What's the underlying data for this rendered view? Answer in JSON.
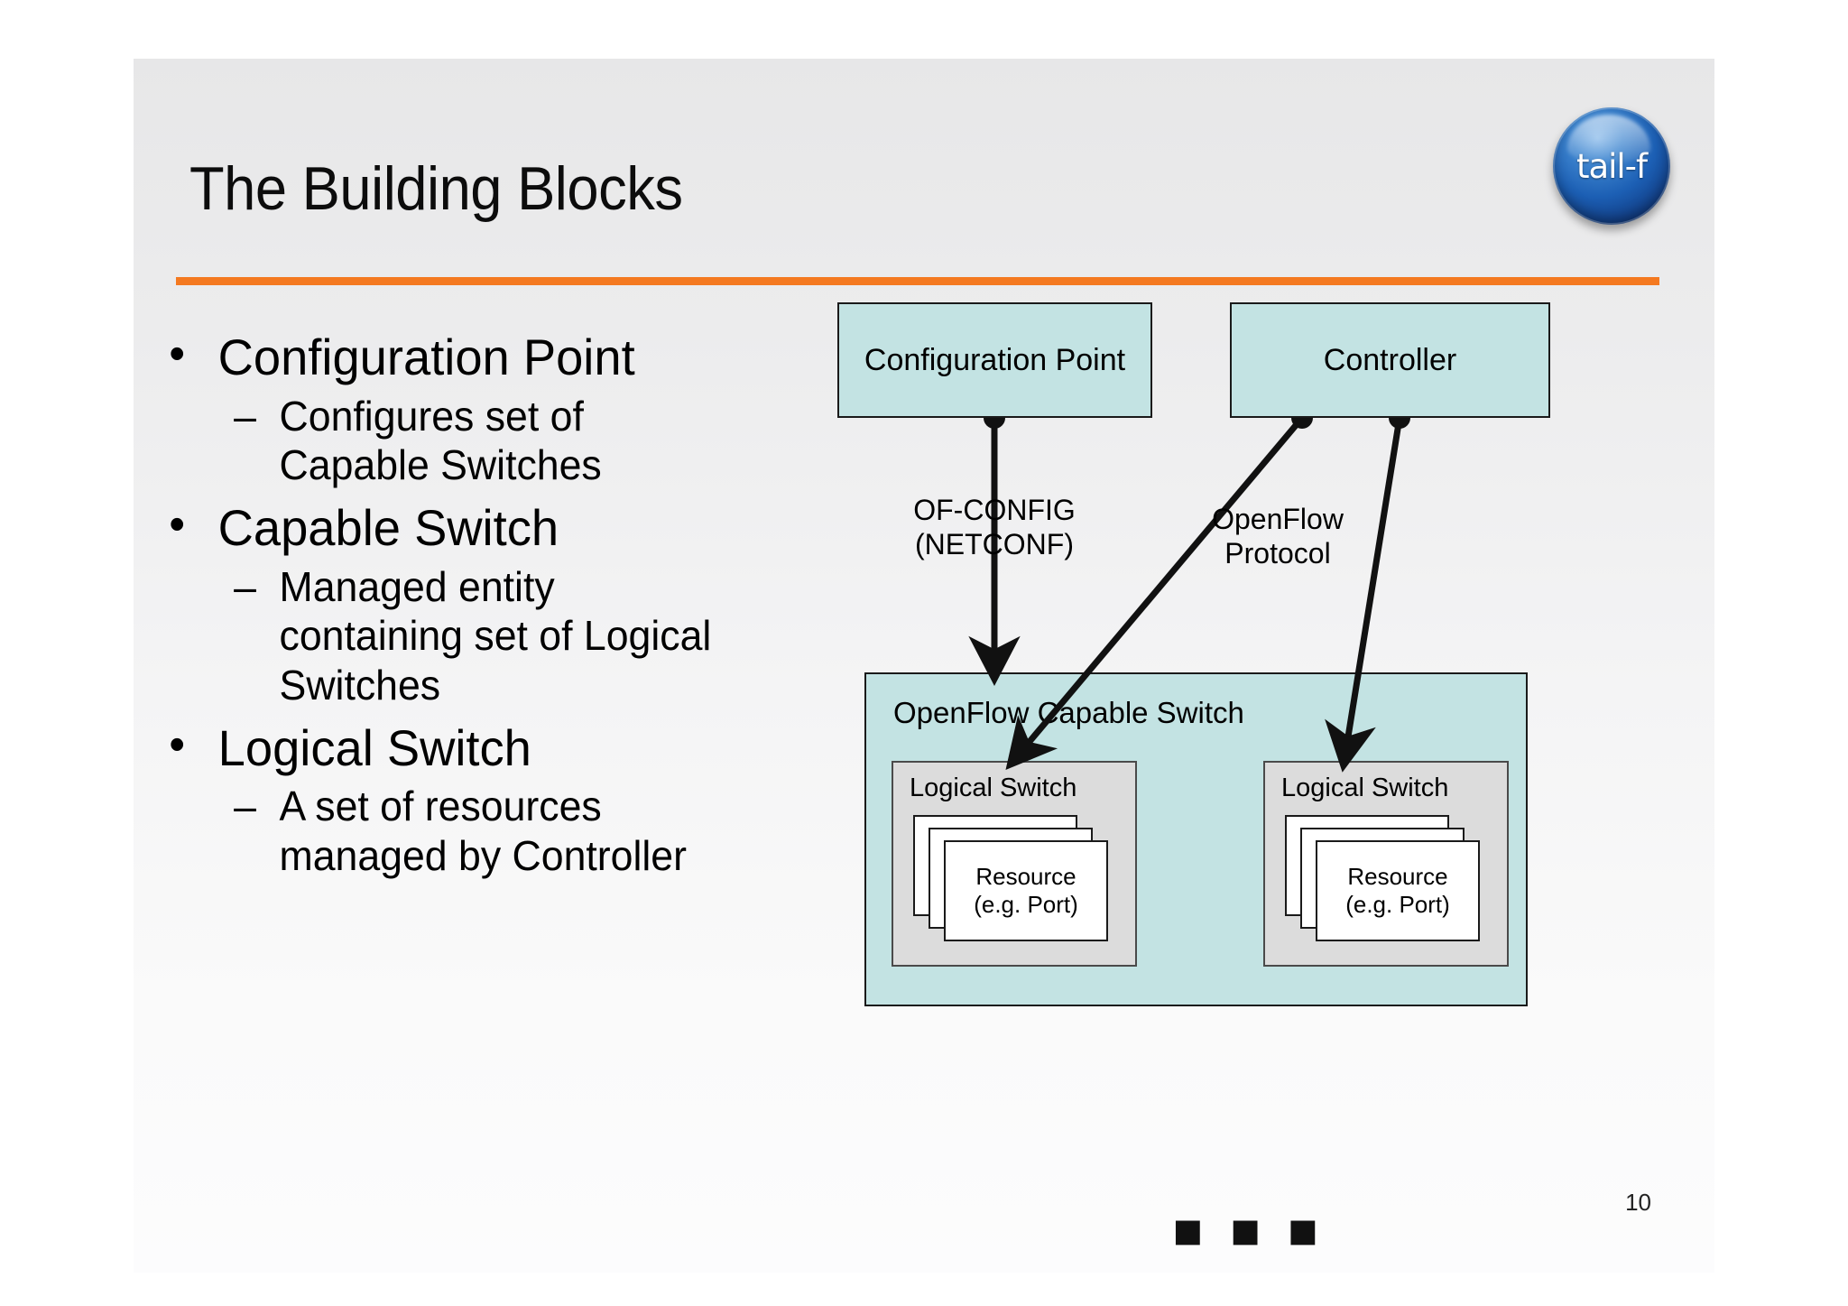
{
  "slide": {
    "title": "The Building Blocks",
    "page_number": "10",
    "accent_color": "#f47920",
    "box_fill": "#c3e3e3",
    "logical_fill": "#dcdcdc"
  },
  "logo": {
    "name": "tail-f-logo",
    "text": "tail-f"
  },
  "bullets": [
    {
      "marker": "•",
      "text": "Configuration Point",
      "sub": {
        "marker": "–",
        "text": "Configures set of Capable Switches"
      }
    },
    {
      "marker": "•",
      "text": "Capable Switch",
      "sub": {
        "marker": "–",
        "text": "Managed entity containing set of Logical Switches"
      }
    },
    {
      "marker": "•",
      "text": "Logical Switch",
      "sub": {
        "marker": "–",
        "text": "A set of resources managed by Controller"
      }
    }
  ],
  "diagram": {
    "configuration_point": "Configuration Point",
    "controller": "Controller",
    "capable_switch": "OpenFlow Capable Switch",
    "edge_of_config": "OF-CONFIG (NETCONF)",
    "edge_openflow": "OpenFlow Protocol",
    "ellipsis": "▪ ▪ ▪",
    "logical_switches": [
      {
        "name": "Logical Switch",
        "resource": "Resource (e.g. Port)"
      },
      {
        "name": "Logical Switch",
        "resource": "Resource (e.g. Port)"
      }
    ],
    "resource_line1": "Resource",
    "resource_line2": "(e.g. Port)"
  }
}
